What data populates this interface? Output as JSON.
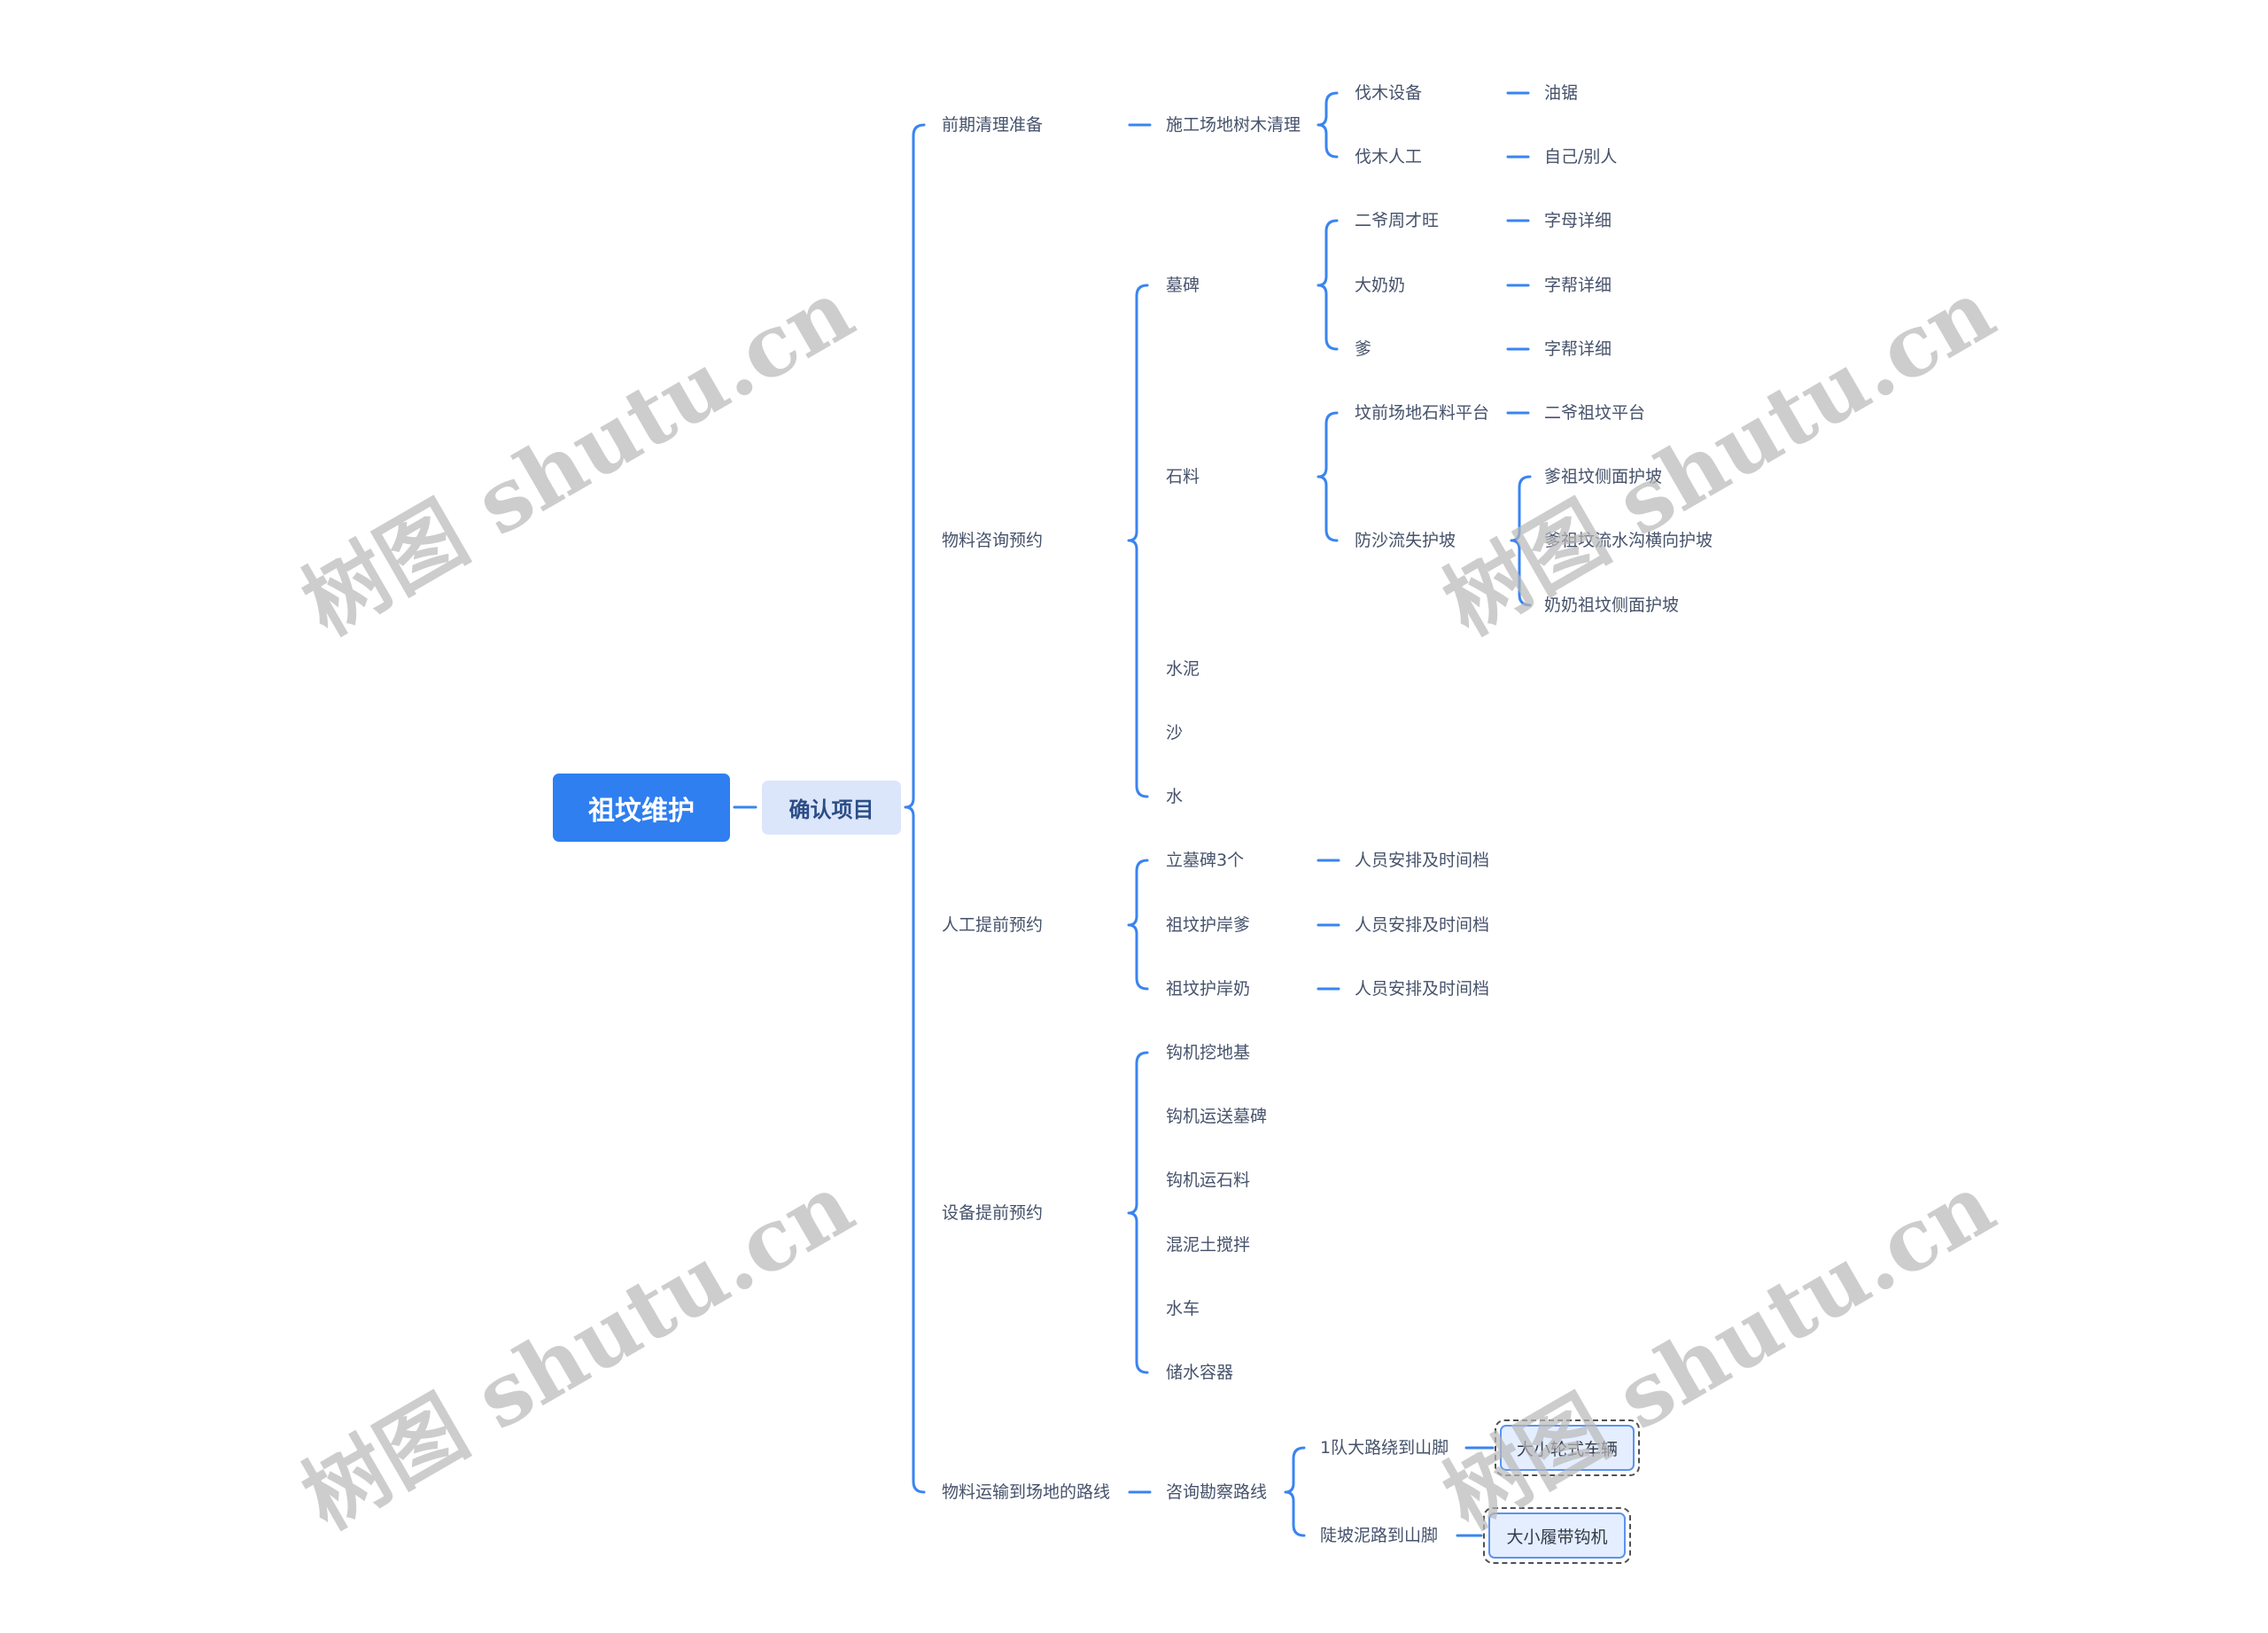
{
  "root": {
    "label": "祖坟维护"
  },
  "hub": {
    "label": "确认项目"
  },
  "branches": [
    {
      "label": "前期清理准备",
      "children": [
        {
          "label": "施工场地树木清理",
          "children": [
            {
              "label": "伐木设备",
              "children": [
                {
                  "label": "油锯"
                }
              ]
            },
            {
              "label": "伐木人工",
              "children": [
                {
                  "label": "自己/别人"
                }
              ]
            }
          ]
        }
      ]
    },
    {
      "label": "物料咨询预约",
      "children": [
        {
          "label": "墓碑",
          "children": [
            {
              "label": "二爷周才旺",
              "children": [
                {
                  "label": "字母详细"
                }
              ]
            },
            {
              "label": "大奶奶",
              "children": [
                {
                  "label": "字帮详细"
                }
              ]
            },
            {
              "label": "爹",
              "children": [
                {
                  "label": "字帮详细"
                }
              ]
            }
          ]
        },
        {
          "label": "石料",
          "children": [
            {
              "label": "坟前场地石料平台",
              "children": [
                {
                  "label": "二爷祖坟平台"
                }
              ]
            },
            {
              "label": "防沙流失护坡",
              "children": [
                {
                  "label": "爹祖坟侧面护坡"
                },
                {
                  "label": "爹祖坟流水沟横向护坡"
                },
                {
                  "label": "奶奶祖坟侧面护坡"
                }
              ]
            }
          ]
        },
        {
          "label": "水泥"
        },
        {
          "label": "沙"
        },
        {
          "label": "水"
        }
      ]
    },
    {
      "label": "人工提前预约",
      "children": [
        {
          "label": "立墓碑3个",
          "children": [
            {
              "label": "人员安排及时间档"
            }
          ]
        },
        {
          "label": "祖坟护岸爹",
          "children": [
            {
              "label": "人员安排及时间档"
            }
          ]
        },
        {
          "label": "祖坟护岸奶",
          "children": [
            {
              "label": "人员安排及时间档"
            }
          ]
        }
      ]
    },
    {
      "label": "设备提前预约",
      "children": [
        {
          "label": "钩机挖地基"
        },
        {
          "label": "钩机运送墓碑"
        },
        {
          "label": "钩机运石料"
        },
        {
          "label": "混泥土搅拌"
        },
        {
          "label": "水车"
        },
        {
          "label": "储水容器"
        }
      ]
    },
    {
      "label": "物料运输到场地的路线",
      "children": [
        {
          "label": "咨询勘察路线",
          "children": [
            {
              "label": "1队大路绕到山脚",
              "children": [
                {
                  "label": "大小轮式车辆"
                }
              ]
            },
            {
              "label": "陡坡泥路到山脚",
              "children": [
                {
                  "label": "大小履带钩机"
                }
              ]
            }
          ]
        }
      ]
    }
  ],
  "watermark": {
    "text": "树图 shutu.cn"
  },
  "colors": {
    "accent": "#2f7ff0",
    "hub_bg": "#dbe6fb",
    "hub_text": "#2c4d86",
    "line": "#3a84f0",
    "topic_text": "#46526b",
    "tag_bg": "#e4eeff",
    "tag_border": "#5b93f0",
    "watermark": "#b8b8b8"
  }
}
